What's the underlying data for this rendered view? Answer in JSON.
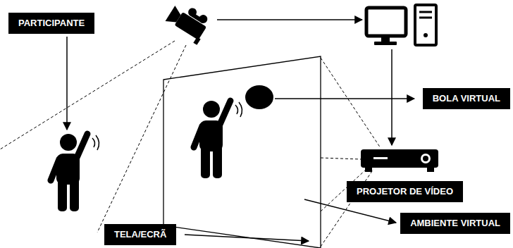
{
  "diagram": {
    "nodes": [
      {
        "text": [
          "PARTICIPANTE"
        ]
      },
      {
        "text": [
          "BOLA VIRTUAL"
        ]
      },
      {
        "text": [
          "PROJETOR DE VÍDEO"
        ]
      },
      {
        "text": [
          "AMBIENTE VIRTUAL"
        ]
      },
      {
        "text": [
          "TELA/ECRÃ"
        ]
      }
    ]
  }
}
